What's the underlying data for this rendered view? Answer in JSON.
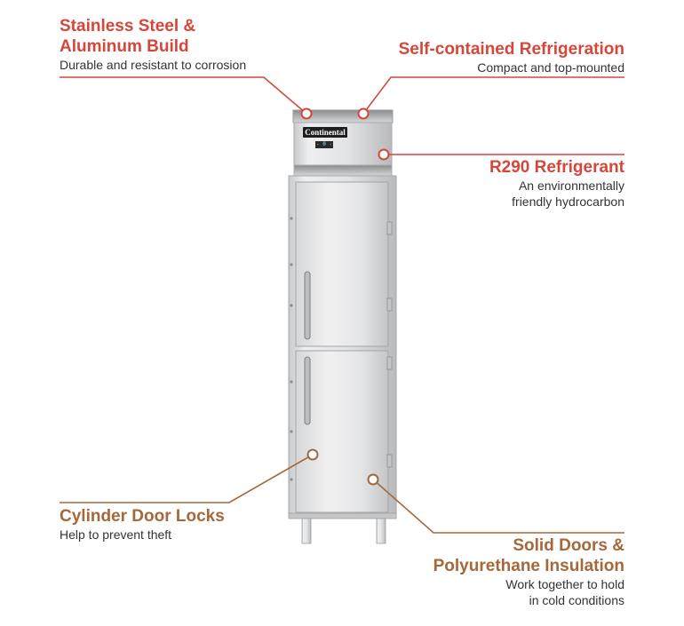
{
  "product": {
    "brand_label": "Continental",
    "display_readout": "- 0 -"
  },
  "colors": {
    "primary_callout": "#d4473a",
    "secondary_callout": "#a5683a",
    "body_text": "#333333"
  },
  "callouts": [
    {
      "id": "stainless-steel",
      "title": "Stainless Steel &\nAluminum Build",
      "description": "Durable and resistant to corrosion"
    },
    {
      "id": "self-contained-refrigeration",
      "title": "Self-contained Refrigeration",
      "description": "Compact and top-mounted"
    },
    {
      "id": "r290-refrigerant",
      "title": "R290 Refrigerant",
      "description": "An environmentally\nfriendly hydrocarbon"
    },
    {
      "id": "cylinder-door-locks",
      "title": "Cylinder Door Locks",
      "description": "Help to prevent theft"
    },
    {
      "id": "solid-doors",
      "title": "Solid Doors &\nPolyurethane Insulation",
      "description": "Work together to hold\nin cold conditions"
    }
  ]
}
